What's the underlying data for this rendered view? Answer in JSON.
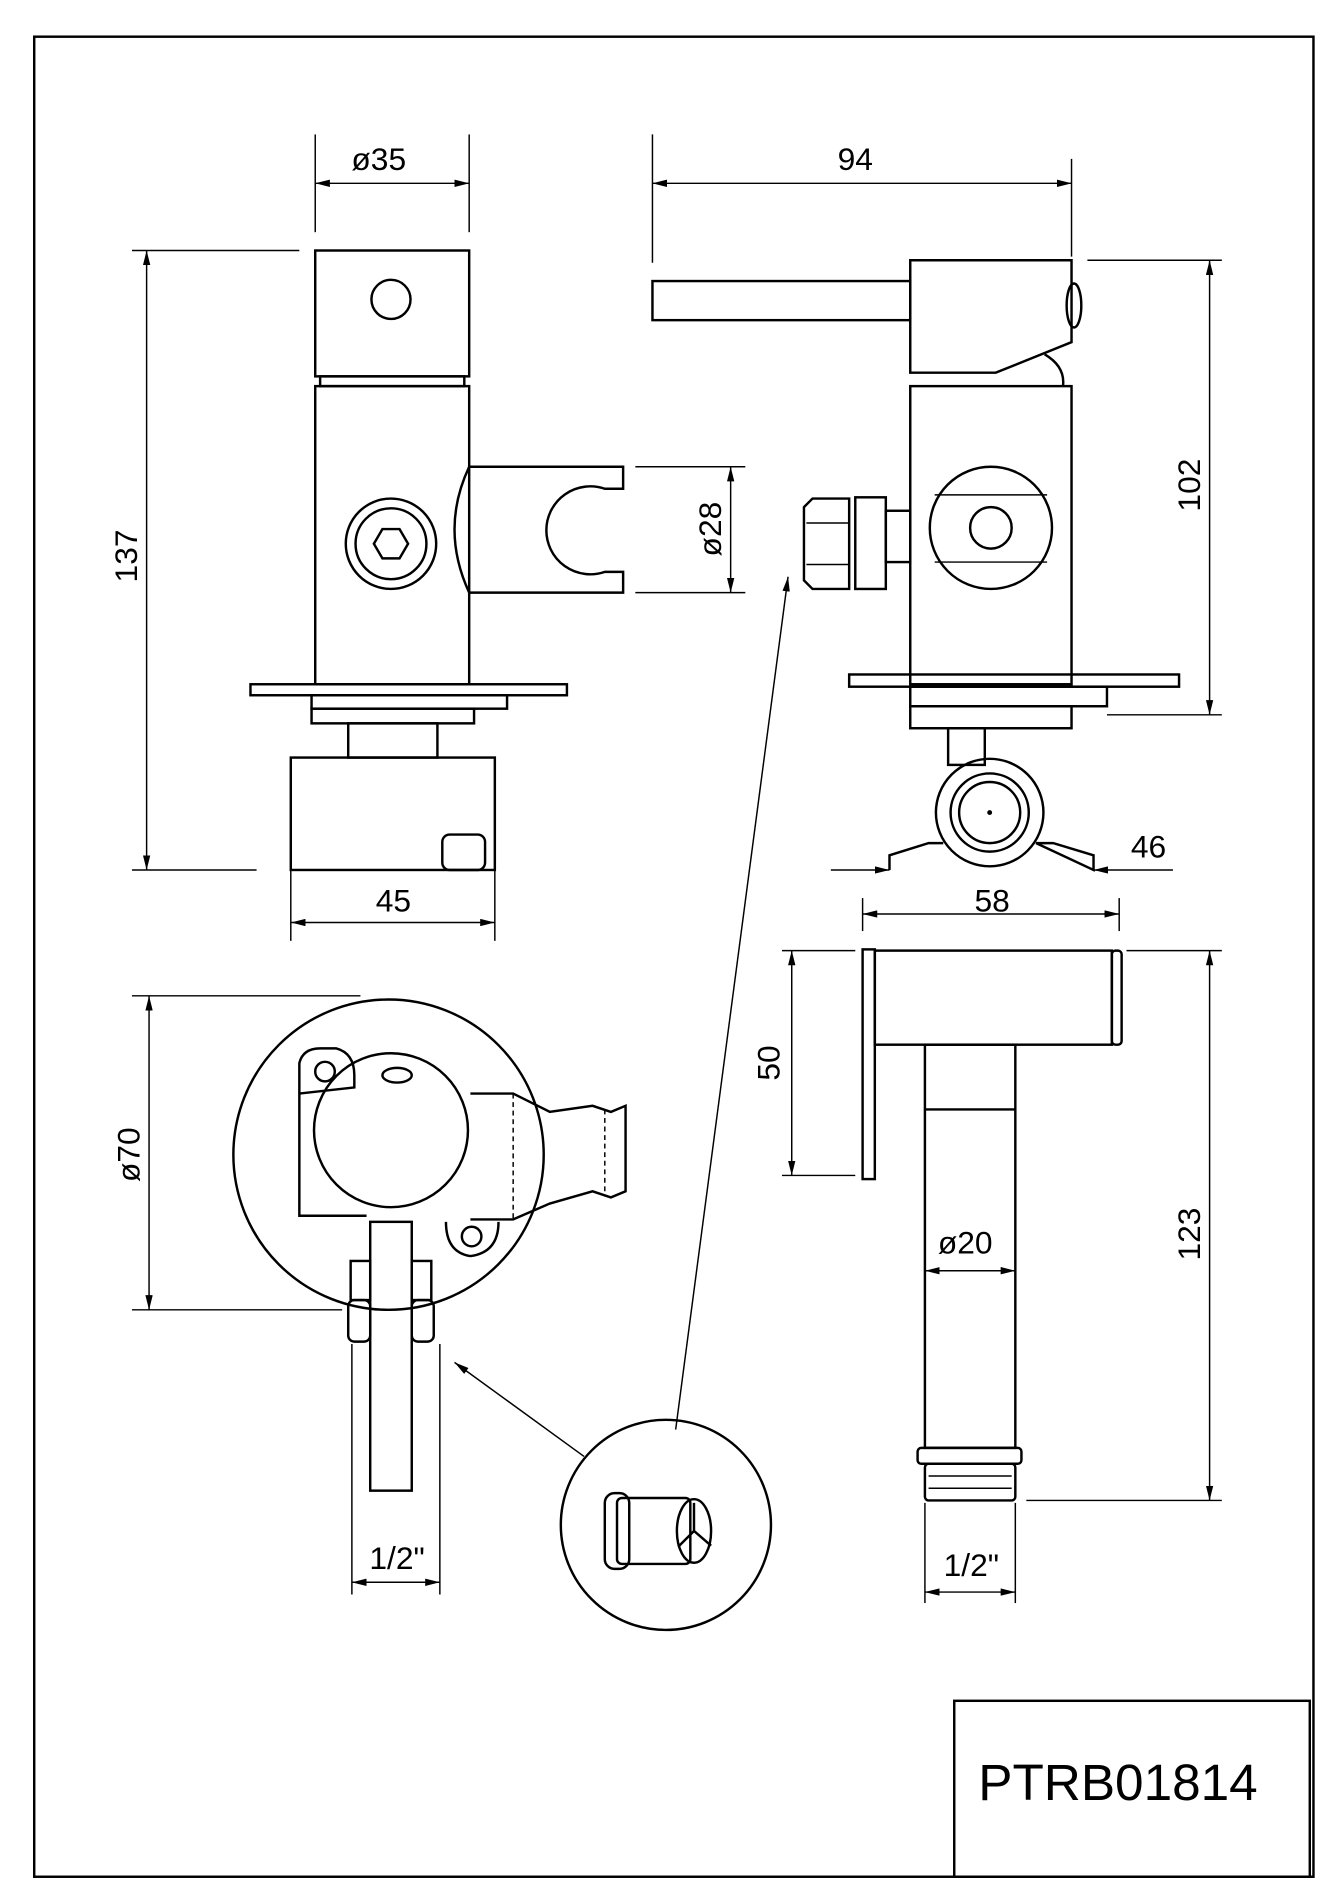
{
  "drawing": {
    "product_code": "PTRB01814",
    "front_view": {
      "diameter_top": "ø35",
      "height": "137",
      "width_base": "45",
      "holder_diameter": "ø28"
    },
    "side_view": {
      "length": "94",
      "height": "102",
      "base_width": "46",
      "holder_width": "58"
    },
    "rear_view": {
      "plate_diameter": "ø70",
      "thread": "1/2\""
    },
    "holder_view": {
      "block_height": "50",
      "total_height": "123",
      "stem_diameter": "ø20",
      "thread": "1/2\""
    }
  }
}
